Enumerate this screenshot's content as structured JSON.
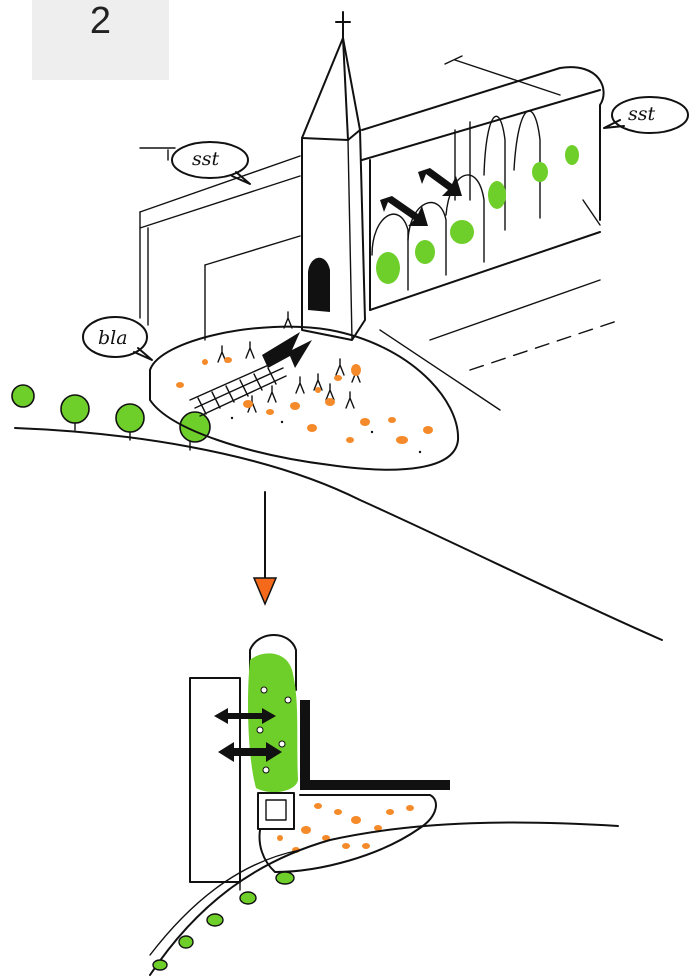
{
  "badge": {
    "label": "2"
  },
  "bubbles": [
    {
      "id": "sst-left",
      "text": "sst"
    },
    {
      "id": "sst-right",
      "text": "sst"
    },
    {
      "id": "bla",
      "text": "bla"
    }
  ],
  "colors": {
    "ink": "#111111",
    "green": "#6fcf2a",
    "orange": "#f58a2a",
    "badge_bg": "#eeeeee"
  }
}
